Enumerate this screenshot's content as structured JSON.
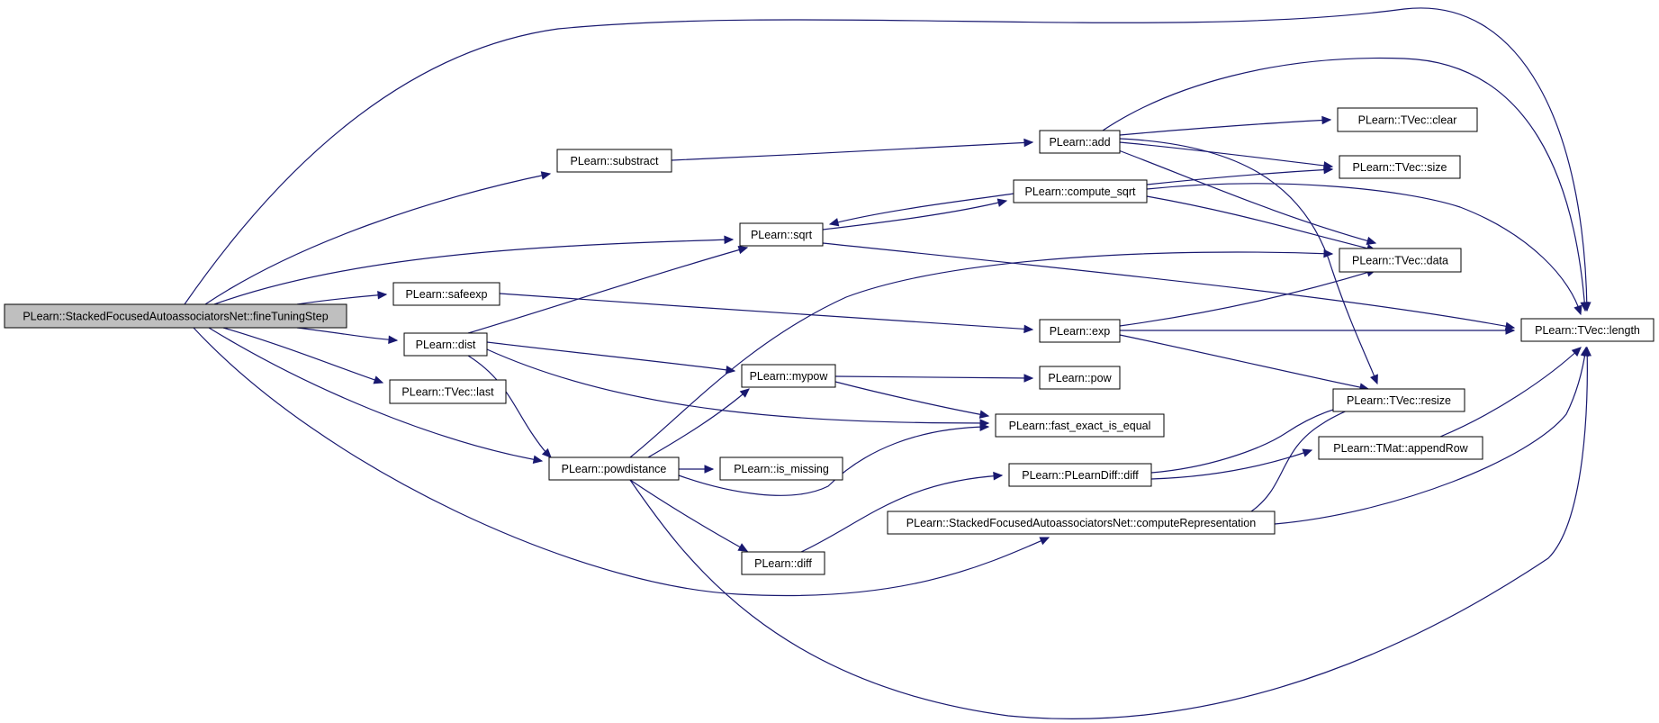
{
  "diagram": {
    "edge_color": "#191970",
    "root_fill": "#bfbfbf",
    "nodes": [
      {
        "id": "fineTuningStep",
        "label": "PLearn::StackedFocusedAutoassociatorsNet::fineTuningStep"
      },
      {
        "id": "substract",
        "label": "PLearn::substract"
      },
      {
        "id": "sqrt",
        "label": "PLearn::sqrt"
      },
      {
        "id": "safeexp",
        "label": "PLearn::safeexp"
      },
      {
        "id": "dist",
        "label": "PLearn::dist"
      },
      {
        "id": "last",
        "label": "PLearn::TVec::last"
      },
      {
        "id": "powdistance",
        "label": "PLearn::powdistance"
      },
      {
        "id": "add",
        "label": "PLearn::add"
      },
      {
        "id": "compute_sqrt",
        "label": "PLearn::compute_sqrt"
      },
      {
        "id": "exp",
        "label": "PLearn::exp"
      },
      {
        "id": "mypow",
        "label": "PLearn::mypow"
      },
      {
        "id": "pow",
        "label": "PLearn::pow"
      },
      {
        "id": "fast_exact_is_equal",
        "label": "PLearn::fast_exact_is_equal"
      },
      {
        "id": "is_missing",
        "label": "PLearn::is_missing"
      },
      {
        "id": "plearndiff",
        "label": "PLearn::PLearnDiff::diff"
      },
      {
        "id": "computeRepresentation",
        "label": "PLearn::StackedFocusedAutoassociatorsNet::computeRepresentation"
      },
      {
        "id": "diff",
        "label": "PLearn::diff"
      },
      {
        "id": "clear",
        "label": "PLearn::TVec::clear"
      },
      {
        "id": "size",
        "label": "PLearn::TVec::size"
      },
      {
        "id": "data",
        "label": "PLearn::TVec::data"
      },
      {
        "id": "length",
        "label": "PLearn::TVec::length"
      },
      {
        "id": "resize",
        "label": "PLearn::TVec::resize"
      },
      {
        "id": "appendRow",
        "label": "PLearn::TMat::appendRow"
      }
    ],
    "edges": [
      {
        "from": "fineTuningStep",
        "to": "length"
      },
      {
        "from": "fineTuningStep",
        "to": "substract"
      },
      {
        "from": "fineTuningStep",
        "to": "sqrt"
      },
      {
        "from": "fineTuningStep",
        "to": "safeexp"
      },
      {
        "from": "fineTuningStep",
        "to": "dist"
      },
      {
        "from": "fineTuningStep",
        "to": "last"
      },
      {
        "from": "fineTuningStep",
        "to": "powdistance"
      },
      {
        "from": "fineTuningStep",
        "to": "computeRepresentation"
      },
      {
        "from": "substract",
        "to": "add"
      },
      {
        "from": "add",
        "to": "length"
      },
      {
        "from": "add",
        "to": "clear"
      },
      {
        "from": "add",
        "to": "size"
      },
      {
        "from": "add",
        "to": "data"
      },
      {
        "from": "add",
        "to": "resize"
      },
      {
        "from": "sqrt",
        "to": "compute_sqrt"
      },
      {
        "from": "sqrt",
        "to": "length"
      },
      {
        "from": "compute_sqrt",
        "to": "sqrt"
      },
      {
        "from": "compute_sqrt",
        "to": "size"
      },
      {
        "from": "compute_sqrt",
        "to": "data"
      },
      {
        "from": "compute_sqrt",
        "to": "length"
      },
      {
        "from": "safeexp",
        "to": "exp"
      },
      {
        "from": "exp",
        "to": "data"
      },
      {
        "from": "exp",
        "to": "length"
      },
      {
        "from": "exp",
        "to": "resize"
      },
      {
        "from": "dist",
        "to": "sqrt"
      },
      {
        "from": "dist",
        "to": "mypow"
      },
      {
        "from": "dist",
        "to": "fast_exact_is_equal"
      },
      {
        "from": "dist",
        "to": "powdistance"
      },
      {
        "from": "mypow",
        "to": "pow"
      },
      {
        "from": "mypow",
        "to": "fast_exact_is_equal"
      },
      {
        "from": "powdistance",
        "to": "data"
      },
      {
        "from": "powdistance",
        "to": "mypow"
      },
      {
        "from": "powdistance",
        "to": "is_missing"
      },
      {
        "from": "powdistance",
        "to": "fast_exact_is_equal"
      },
      {
        "from": "powdistance",
        "to": "diff"
      },
      {
        "from": "powdistance",
        "to": "length"
      },
      {
        "from": "diff",
        "to": "plearndiff"
      },
      {
        "from": "plearndiff",
        "to": "resize"
      },
      {
        "from": "plearndiff",
        "to": "appendRow"
      },
      {
        "from": "appendRow",
        "to": "length"
      },
      {
        "from": "computeRepresentation",
        "to": "resize"
      },
      {
        "from": "computeRepresentation",
        "to": "length"
      }
    ]
  }
}
